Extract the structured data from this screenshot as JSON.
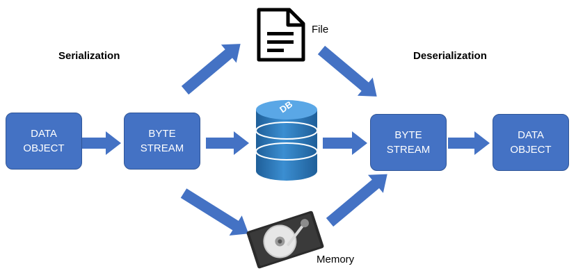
{
  "headings": {
    "left": "Serialization",
    "right": "Deserialization"
  },
  "boxes": {
    "data_object_left": [
      "DATA",
      "OBJECT"
    ],
    "byte_stream_left": [
      "BYTE",
      "STREAM"
    ],
    "byte_stream_right": [
      "BYTE",
      "STREAM"
    ],
    "data_object_right": [
      "DATA",
      "OBJECT"
    ]
  },
  "storage": {
    "file_label": "File",
    "db_label": "DB",
    "memory_label": "Memory"
  },
  "icons": {
    "file": "document-icon",
    "db": "database-cylinder-icon",
    "memory": "hard-disk-icon"
  },
  "colors": {
    "box_fill": "#4472c4",
    "arrow_fill": "#4472c4",
    "db_fill": "#2e75b6"
  }
}
